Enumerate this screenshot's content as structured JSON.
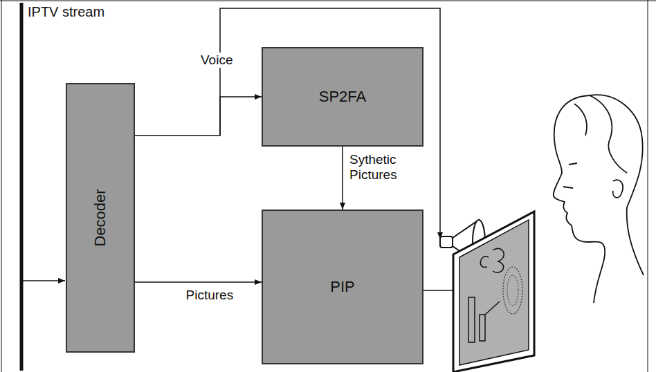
{
  "diagram": {
    "nodes": [
      {
        "text": [
          "Decoder"
        ]
      },
      {
        "text": [
          "SP2FA"
        ]
      },
      {
        "text": [
          "PIP"
        ]
      }
    ],
    "edges": [
      {
        "from": 0,
        "to": 1,
        "arrow": "to",
        "label": "Voice"
      },
      {
        "from": 1,
        "to": 2,
        "arrow": "to",
        "label": "Sythetic Pictures"
      },
      {
        "from": 0,
        "to": 2,
        "arrow": "to",
        "label": "Pictures"
      }
    ],
    "labels": [
      "IPTV stream"
    ]
  }
}
